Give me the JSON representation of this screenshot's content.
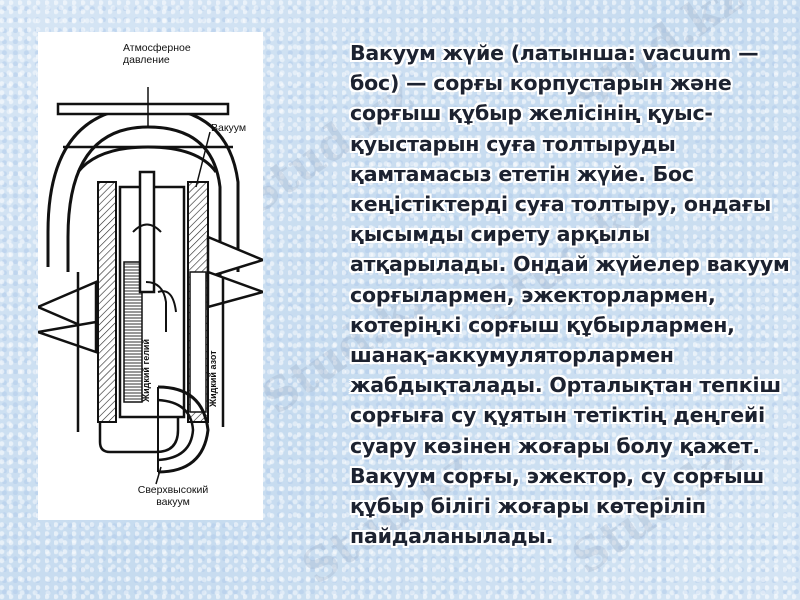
{
  "diagram": {
    "label_atmospheric": "Атмосферное давление",
    "label_vacuum": "Вакуум",
    "label_ultrahigh_vacuum": "Сверхвысокий вакуум",
    "label_liquid_helium": "Жидкий гелий",
    "label_liquid_nitrogen": "Жидкий азот"
  },
  "main": {
    "paragraph": "Вакуум жүйе (латынша: vacuum — бос) — сорғы корпустарын және сорғыш құбыр желісінің қуыс-қуыстарын суға толтыруды қамтамасыз ететін жүйе. Бос кеңістіктерді суға толтыру, ондағы қысымды сирету арқылы атқарылады. Ондай жүйелер вакуум сорғылармен, эжекторлармен, котеріңкі сорғыш құбырлармен, шанақ-аккумуляторлармен жабдықталады. Орталықтан тепкіш сорғыға су құятын тетіктің деңгейі суару көзінен жоғары болу қажет. Вакуум сорғы, эжектор, су сорғыш құбыр білігі жоғары көтеріліп пайдаланылады."
  }
}
